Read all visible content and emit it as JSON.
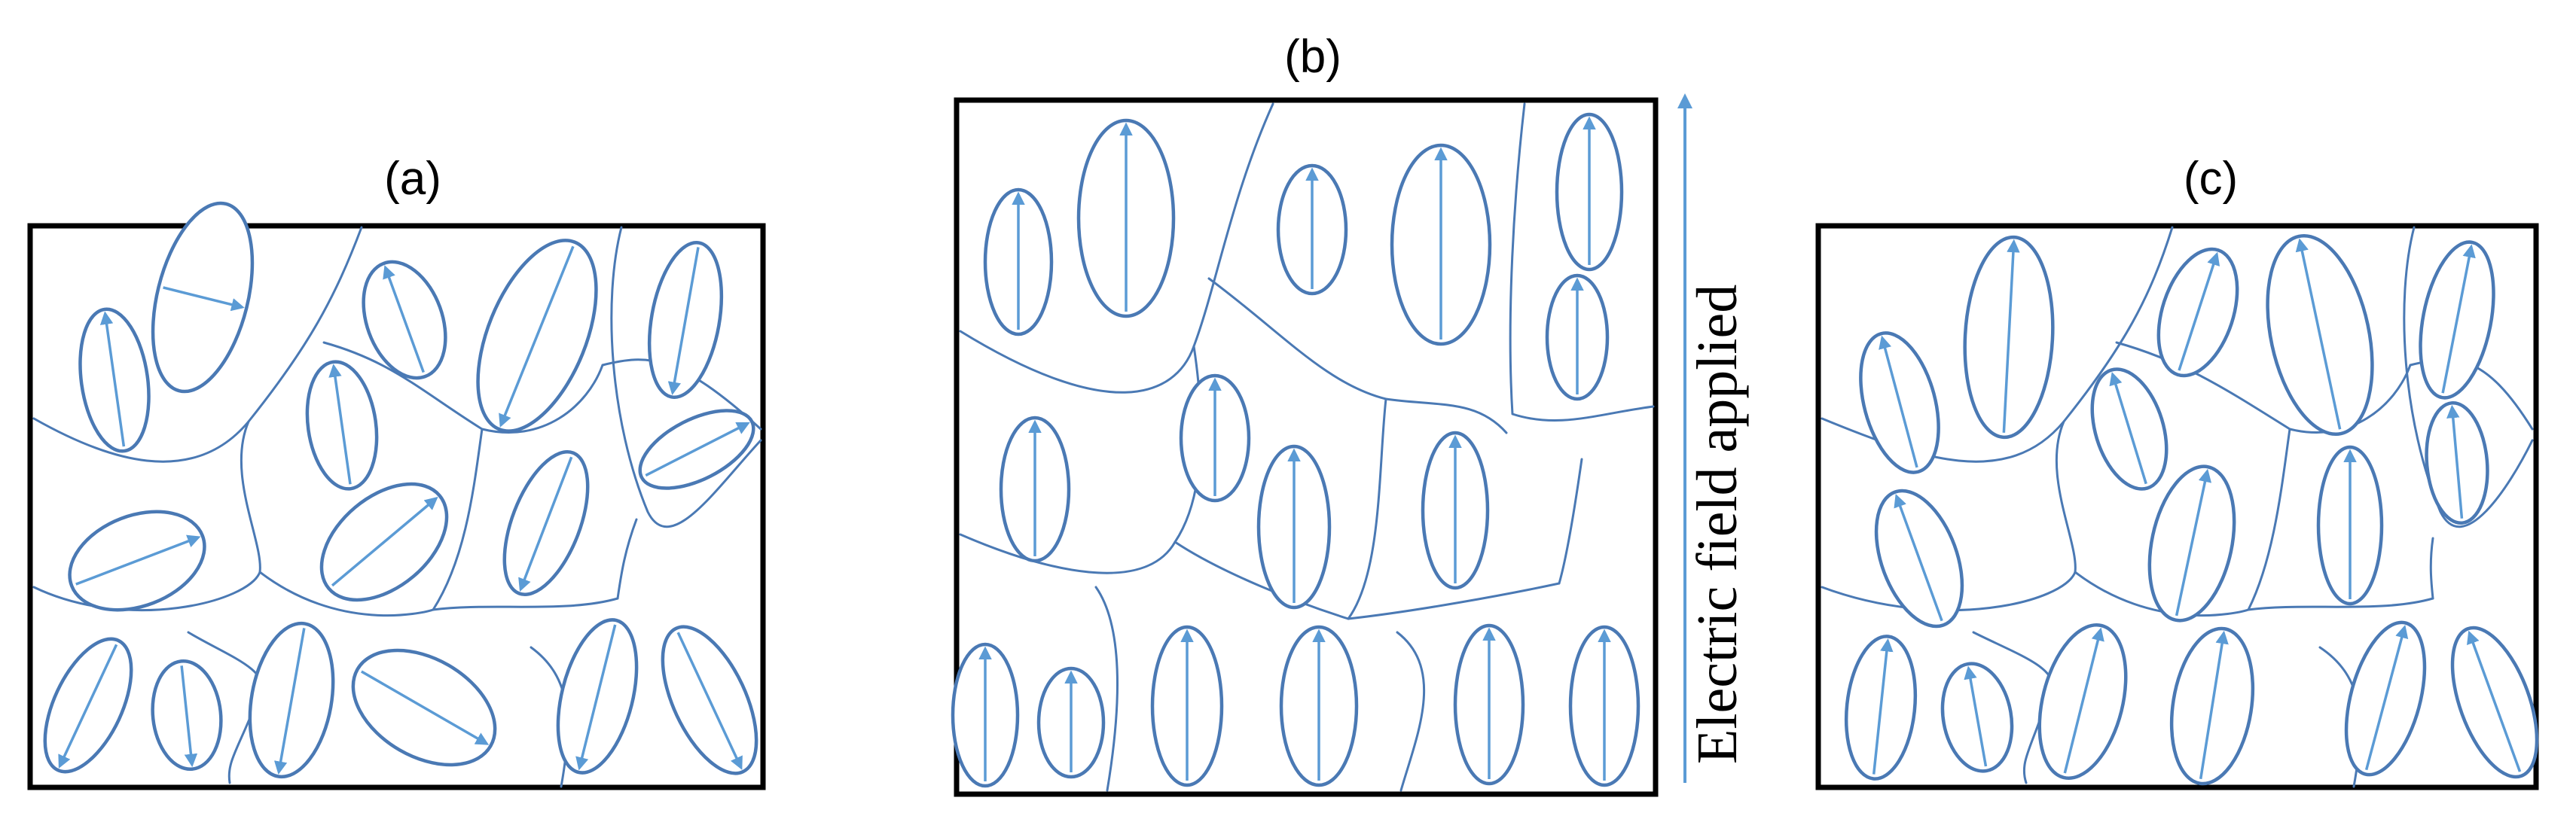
{
  "panels": [
    {
      "id": "a",
      "label": "(a)",
      "polarization": "random"
    },
    {
      "id": "b",
      "label": "(b)",
      "polarization": "aligned-with-field"
    },
    {
      "id": "c",
      "label": "(c)",
      "polarization": "partially-aligned-remanent"
    }
  ],
  "field": {
    "label": "Electric field applied",
    "direction": "up"
  },
  "colors": {
    "domain": "#4a79b4",
    "arrow": "#5b9bd5",
    "frame": "#000000",
    "text": "#000000"
  }
}
